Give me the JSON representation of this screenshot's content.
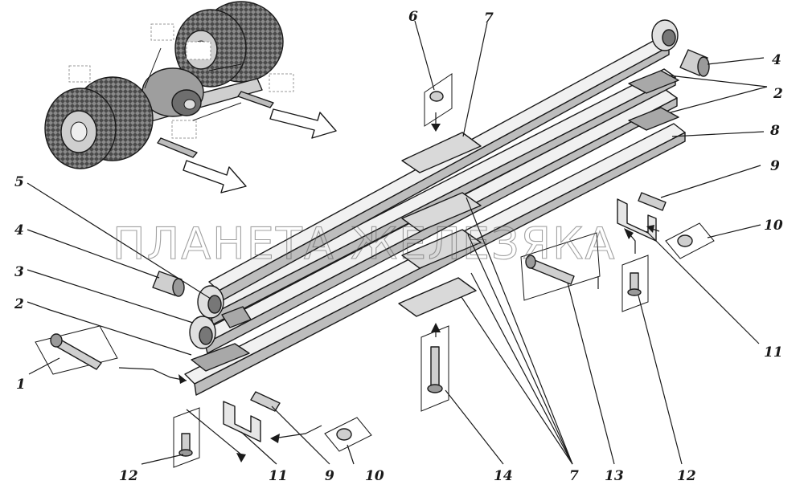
{
  "watermark": "ПЛАНЕТА ЖЕЛЕЗЯКА",
  "callouts": {
    "c1": "1",
    "c2a": "2",
    "c2b": "2",
    "c3": "3",
    "c4a": "4",
    "c4b": "4",
    "c5": "5",
    "c6": "6",
    "c7a": "7",
    "c7b": "7",
    "c8": "8",
    "c9a": "9",
    "c9b": "9",
    "c10a": "10",
    "c10b": "10",
    "c11a": "11",
    "c11b": "11",
    "c12a": "12",
    "c12b": "12",
    "c13": "13",
    "c14": "14"
  },
  "colors": {
    "ink": "#1a1a1a",
    "leaf": "#f1f1f1",
    "leaf_side": "#bdbdbd",
    "tire": "#3a3a3a",
    "pad": "#d9d9d9"
  }
}
